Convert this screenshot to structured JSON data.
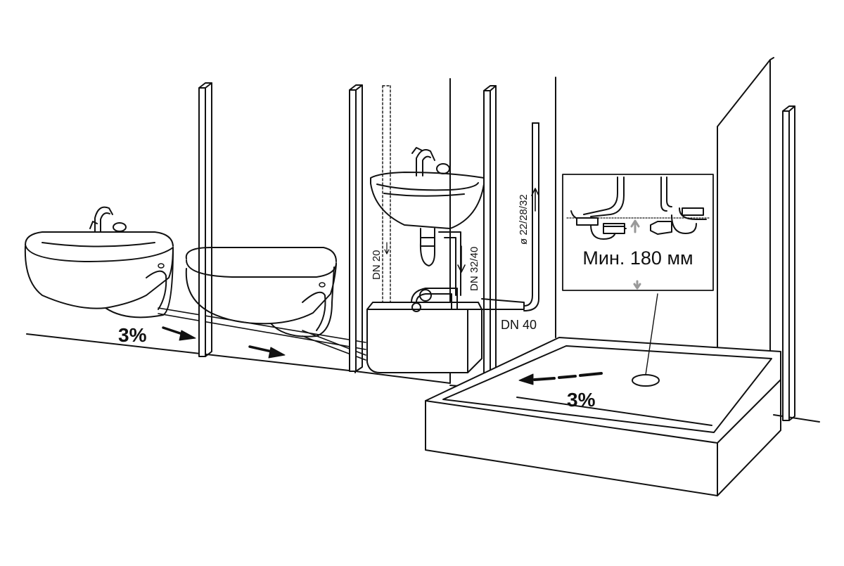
{
  "labels": {
    "slope_left": "3%",
    "slope_shower": "3%",
    "dn20": "DN 20",
    "dn32_40": "DN 32/40",
    "dn40": "DN 40",
    "diameter": "ø 22/28/32",
    "min_height": "Мин. 180 мм"
  },
  "colors": {
    "line": "#111111",
    "background": "#ffffff",
    "arrow_grey": "#999999"
  }
}
